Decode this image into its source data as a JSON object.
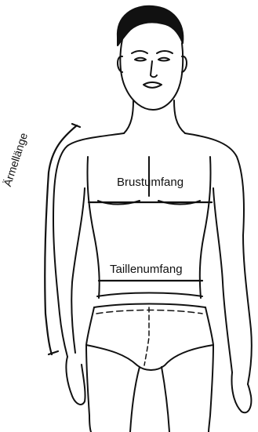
{
  "labels": {
    "chest": "Brustumfang",
    "waist": "Taillenumfang",
    "sleeve": "Ärmellänge"
  },
  "colors": {
    "line": "#111111",
    "background": "#ffffff"
  }
}
